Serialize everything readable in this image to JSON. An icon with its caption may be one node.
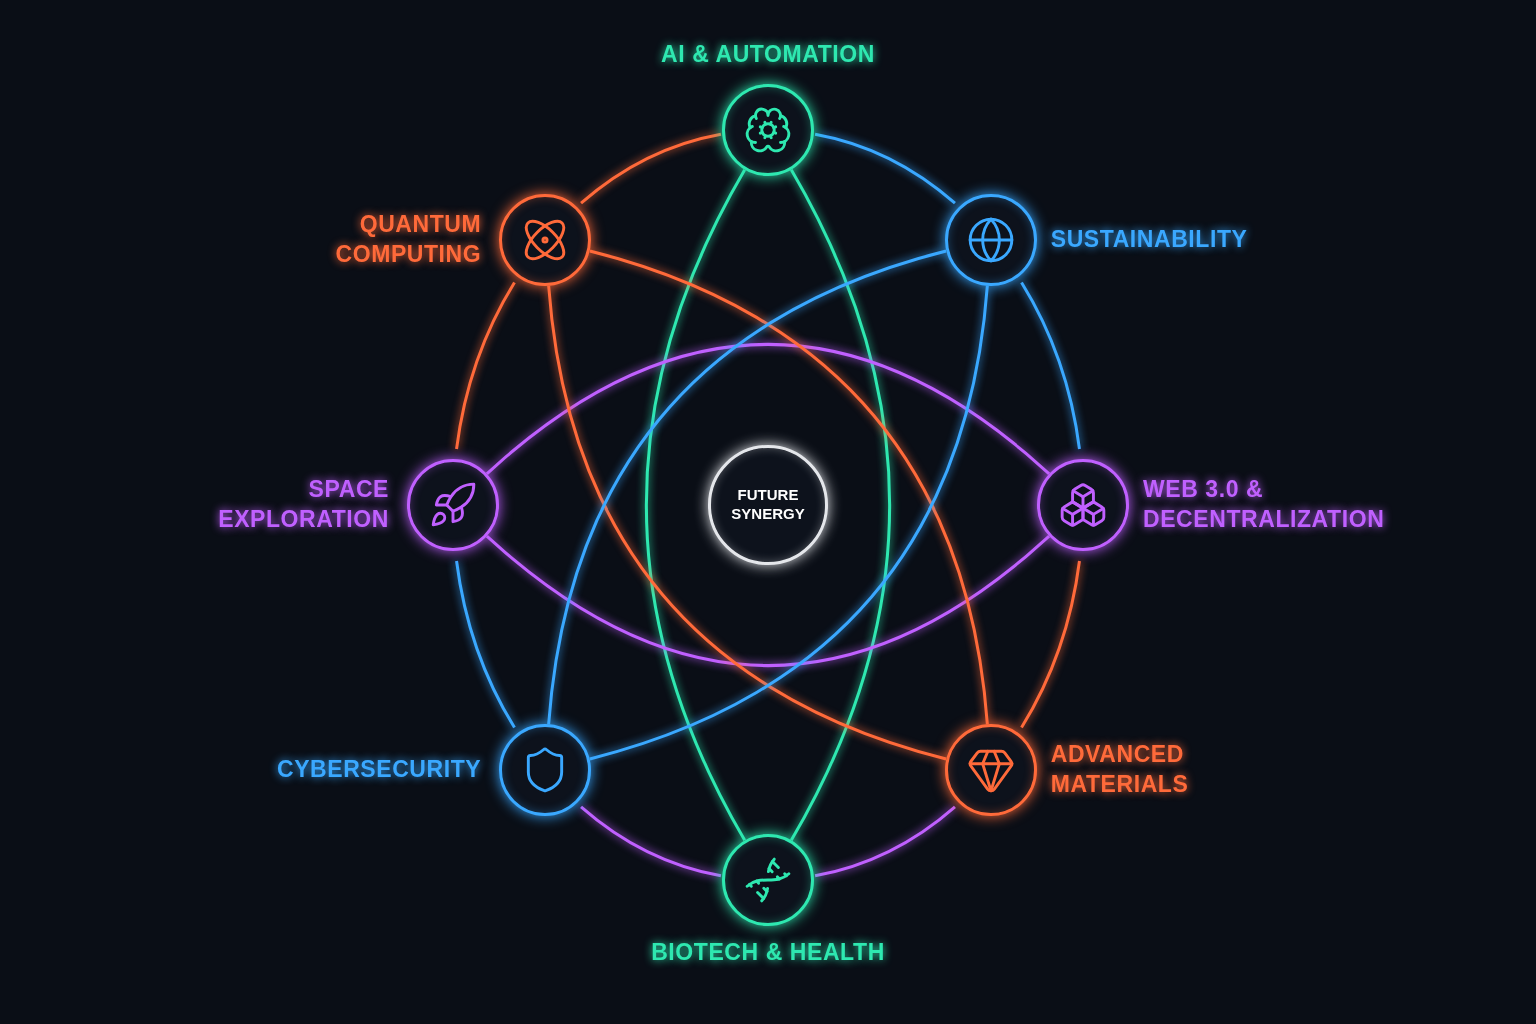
{
  "diagram": {
    "nodes": [
      {
        "text": [
          "FUTURE SYNERGY"
        ]
      },
      {
        "text": [],
        "shape": "circle",
        "beside": [
          "AI & AUTOMATION"
        ]
      },
      {
        "text": [],
        "shape": "circle",
        "beside": [
          "SUSTAINABILITY"
        ]
      },
      {
        "text": [],
        "shape": "circle",
        "beside": [
          "WEB 3.0 & DECENTRALIZATION"
        ]
      },
      {
        "text": [],
        "shape": "circle",
        "beside": [
          "ADVANCED MATERIALS"
        ]
      },
      {
        "text": [],
        "shape": "circle",
        "beside": [
          "BIOTECH & HEALTH"
        ]
      },
      {
        "text": [],
        "shape": "circle",
        "beside": [
          "CYBERSECURITY"
        ]
      },
      {
        "text": [],
        "shape": "circle",
        "beside": [
          "SPACE EXPLORATION"
        ]
      },
      {
        "text": [],
        "shape": "circle",
        "beside": [
          "QUANTUM COMPUTING"
        ]
      }
    ],
    "edges": [
      {
        "from": 1,
        "to": 2,
        "arrow": "none",
        "color": "#3aa8ff"
      },
      {
        "from": 2,
        "to": 3,
        "arrow": "none",
        "color": "#3aa8ff"
      },
      {
        "from": 3,
        "to": 4,
        "arrow": "none",
        "color": "#ff6a3a"
      },
      {
        "from": 4,
        "to": 5,
        "arrow": "none",
        "color": "#c060ff"
      },
      {
        "from": 5,
        "to": 6,
        "arrow": "none",
        "color": "#c060ff"
      },
      {
        "from": 6,
        "to": 7,
        "arrow": "none",
        "color": "#3aa8ff"
      },
      {
        "from": 7,
        "to": 8,
        "arrow": "none",
        "color": "#ff6a3a"
      },
      {
        "from": 8,
        "to": 1,
        "arrow": "none",
        "color": "#ff6a3a"
      },
      {
        "from": 1,
        "to": 5,
        "arrow": "none",
        "color": "#2ee8b0"
      },
      {
        "from": 1,
        "to": 5,
        "arrow": "none",
        "color": "#2ee8b0"
      },
      {
        "from": 7,
        "to": 3,
        "arrow": "none",
        "color": "#c060ff"
      },
      {
        "from": 7,
        "to": 3,
        "arrow": "none",
        "color": "#c060ff"
      },
      {
        "from": 8,
        "to": 4,
        "arrow": "none",
        "color": "#ff6a3a"
      },
      {
        "from": 8,
        "to": 4,
        "arrow": "none",
        "color": "#ff6a3a"
      },
      {
        "from": 2,
        "to": 6,
        "arrow": "none",
        "color": "#3aa8ff"
      },
      {
        "from": 2,
        "to": 6,
        "arrow": "none",
        "color": "#3aa8ff"
      }
    ]
  }
}
